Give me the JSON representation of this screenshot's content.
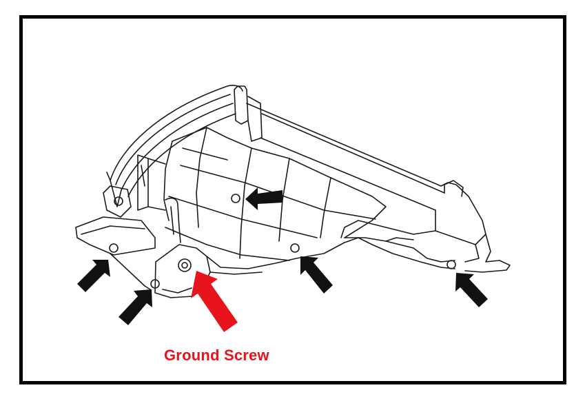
{
  "callout": {
    "label": "Ground Screw",
    "color": "#e8141c"
  },
  "colors": {
    "arrow": "#111111",
    "line": "#1a1a1a",
    "frame": "#000000"
  },
  "fasteners": [
    {
      "id": "top-center",
      "ground": false
    },
    {
      "id": "left-lower",
      "ground": false
    },
    {
      "id": "left-bottom",
      "ground": false
    },
    {
      "id": "center-bottom",
      "ground": false
    },
    {
      "id": "right-end",
      "ground": false
    },
    {
      "id": "ground-bracket",
      "ground": true
    }
  ]
}
